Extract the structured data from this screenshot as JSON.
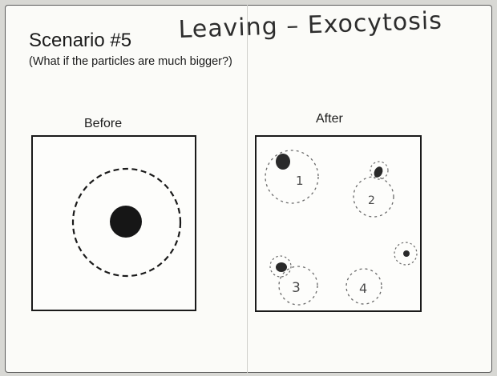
{
  "worksheet": {
    "title": "Scenario #5",
    "question": "(What if the particles are much bigger?)",
    "handwritten_answer": "Leaving – Exocytosis"
  },
  "before_panel": {
    "label": "Before"
  },
  "after_panel": {
    "label": "After",
    "vesicle_numbers": [
      "1",
      "2",
      "3",
      "4"
    ]
  },
  "colors": {
    "ink": "#1a1a1a",
    "pencil": "#6a6a6a",
    "paper": "#fbfbf8"
  }
}
